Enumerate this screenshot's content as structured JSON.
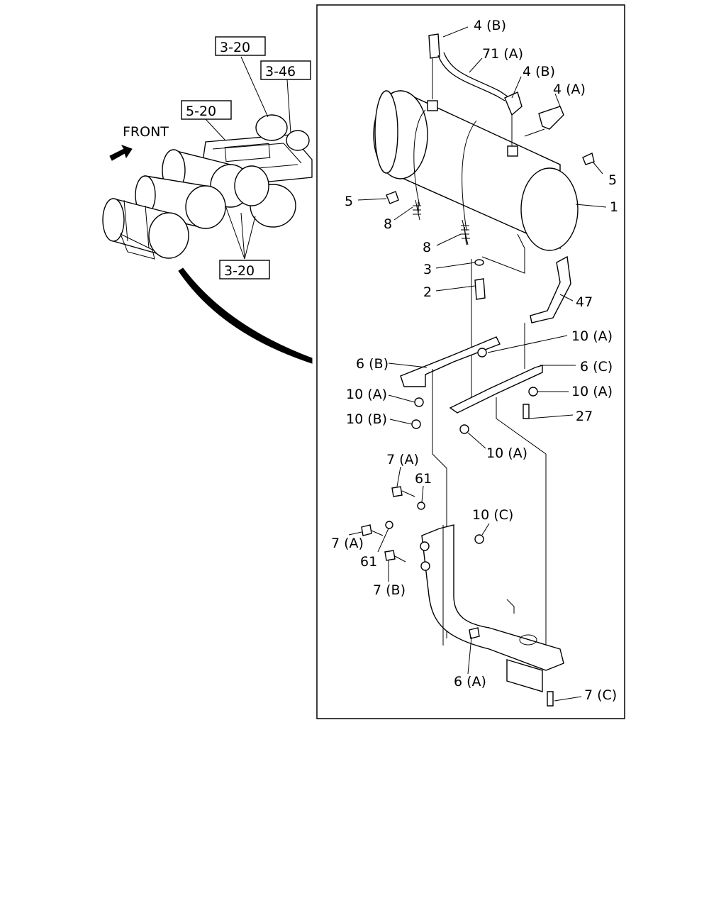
{
  "callouts": {
    "c4b_top": "4 (B)",
    "c71a": "71 (A)",
    "c4b_mid": "4 (B)",
    "c4a": "4 (A)",
    "c5_right": "5",
    "c1": "1",
    "c5_left": "5",
    "c8_left": "8",
    "c8_mid": "8",
    "c3": "3",
    "c2": "2",
    "c47": "47",
    "c10a_1": "10 (A)",
    "c6b": "6 (B)",
    "c6c": "6 (C)",
    "c10a_2": "10 (A)",
    "c10a_3": "10 (A)",
    "c10b": "10 (B)",
    "c27": "27",
    "c10a_4": "10 (A)",
    "c7a_top": "7 (A)",
    "c61_top": "61",
    "c10c": "10 (C)",
    "c7a_left": "7 (A)",
    "c61_left": "61",
    "c7b": "7 (B)",
    "c6a": "6 (A)",
    "c7c": "7 (C)"
  },
  "refs": {
    "r320_top": "3-20",
    "r346": "3-46",
    "r520": "5-20",
    "r320_bottom": "3-20"
  },
  "overview": {
    "front_label": "FRONT",
    "front_arrow_icon": "front-arrow-icon"
  }
}
